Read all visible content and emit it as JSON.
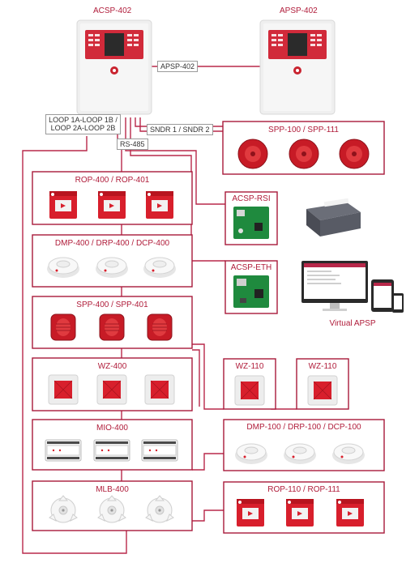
{
  "panels": {
    "left": "ACSP-402",
    "right": "APSP-402",
    "link": "APSP-402"
  },
  "connections": {
    "loops_line1": "LOOP 1A-LOOP 1B /",
    "loops_line2": "LOOP 2A-LOOP 2B",
    "sndr": "SNDR 1 / SNDR 2",
    "rs485": "RS-485"
  },
  "devices": {
    "rop400": "ROP-400 / ROP-401",
    "dmp400": "DMP-400 / DRP-400 / DCP-400",
    "spp400": "SPP-400 / SPP-401",
    "wz400": "WZ-400",
    "mio400": "MIO-400",
    "mlb400": "MLB-400",
    "spp100": "SPP-100 / SPP-111",
    "acsprsi": "ACSP-RSI",
    "acspeth": "ACSP-ETH",
    "wz110a": "WZ-110",
    "wz110b": "WZ-110",
    "dmp100": "DMP-100 / DRP-100 / DCP-100",
    "rop110": "ROP-110 / ROP-111"
  },
  "virtual_apsp": "Virtual APSP",
  "colors": {
    "accent": "#a8193a",
    "line": "#b8284a",
    "device_red": "#d81f2c",
    "panel_body": "#ececec"
  }
}
